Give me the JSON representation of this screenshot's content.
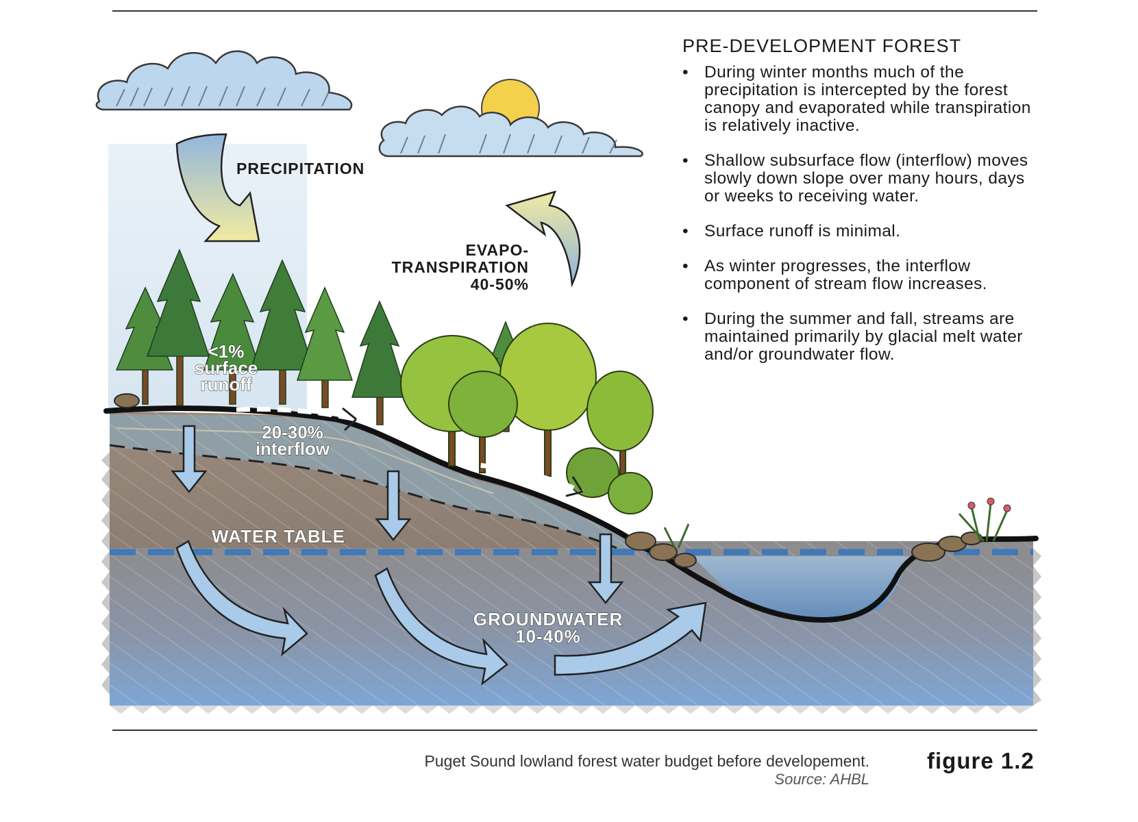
{
  "panel": {
    "heading": "PRE-DEVELOPMENT FOREST",
    "bullets": [
      "During winter months much of the precipitation is intercepted by the forest canopy and evaporated while transpiration is relatively inactive.",
      "Shallow subsurface flow (interflow) moves slowly down slope over many hours, days or weeks to receiving water.",
      "Surface runoff is minimal.",
      "As winter progresses, the interflow component of stream flow increases.",
      "During the summer and fall, streams are maintained primarily by glacial melt water and/or groundwater flow."
    ]
  },
  "labels": {
    "precipitation": "PRECIPITATION",
    "evapo_1": "EVAPO-",
    "evapo_2": "TRANSPIRATION",
    "evapo_pct": "40-50%",
    "surface_1": "<1%",
    "surface_2": "surface",
    "surface_3": "runoff",
    "interflow_pct": "20-30%",
    "interflow": "interflow",
    "water_table": "WATER TABLE",
    "groundwater": "GROUNDWATER",
    "groundwater_pct": "10-40%"
  },
  "caption": {
    "text": "Puget Sound lowland forest water budget before developement.",
    "source": "Source: AHBL",
    "figure": "figure 1.2"
  },
  "colors": {
    "sky_wash": "#cfe0ee",
    "soil_upper": "#8f7f72",
    "soil_lower": "#8d8f98",
    "groundwater_blue": "#7ea6d0",
    "water_table": "#3f79b8",
    "stream": "#5a9bd6",
    "arrow_fill": "#a9cbe9",
    "conifer": "#3d7a3a",
    "deciduous": "#8cbb3a",
    "trunk": "#7a4a26",
    "sun": "#f3d14a"
  }
}
